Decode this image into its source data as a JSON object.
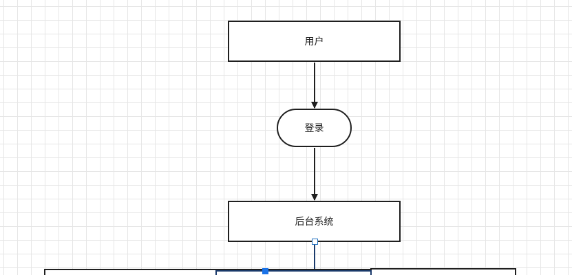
{
  "diagram": {
    "nodes": {
      "user": {
        "label": "用户"
      },
      "login": {
        "label": "登录"
      },
      "backend": {
        "label": "后台系统"
      }
    },
    "edges": [
      {
        "from": "user",
        "to": "login"
      },
      {
        "from": "login",
        "to": "backend"
      },
      {
        "from": "backend",
        "to": "bottom-group"
      }
    ],
    "colors": {
      "stroke": "#1f1f1f",
      "grid": "#e6e6e6",
      "selection": "#1a73e8"
    }
  }
}
